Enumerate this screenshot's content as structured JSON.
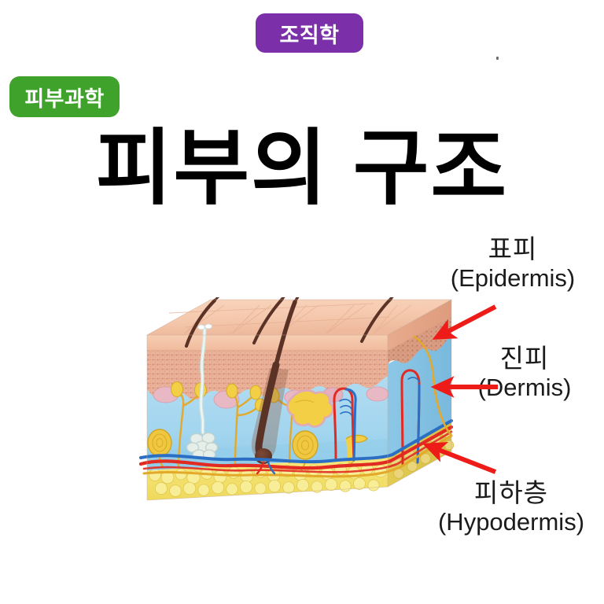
{
  "badges": {
    "histology": "조직학",
    "dermatology": "피부과학"
  },
  "title": "피부의 구조",
  "labels": [
    {
      "id": "epidermis",
      "korean": "표피",
      "english": "(Epidermis)"
    },
    {
      "id": "dermis",
      "korean": "진피",
      "english": "(Dermis)"
    },
    {
      "id": "hypodermis",
      "korean": "피하층",
      "english": "(Hypodermis)"
    }
  ],
  "colors": {
    "badge_histology": "#7b2fa8",
    "badge_dermatology": "#3fa32b",
    "title_text": "#000000",
    "arrow": "#ee1c18",
    "epidermis_surface": "#f5c9ae",
    "epidermis_surface_shadow": "#edb79a",
    "epidermis_side": "#f0b698",
    "epidermis_granular": "#e8a88f",
    "dermis_blue": "#a8d8ef",
    "dermis_blue_side": "#8fc9e6",
    "hypodermis_yellow": "#f5e26a",
    "hypodermis_yellow_side": "#e6cf52",
    "hair": "#5b3226",
    "artery_red": "#e02a22",
    "vein_blue": "#2a6fc4",
    "nerve_yellow": "#e8ae2a",
    "sweat_gland": "#d8e6e0",
    "sebaceous_gland": "#f2cf45",
    "background": "#ffffff"
  },
  "illustration": {
    "name": "skin-cross-section-3d-block",
    "layers": [
      "epidermis",
      "dermis",
      "hypodermis"
    ],
    "structures": [
      "hair-shaft",
      "hair-follicle",
      "sebaceous-gland",
      "sweat-gland",
      "sweat-duct",
      "nerve-ending",
      "pacinian-corpuscle",
      "capillary-loop",
      "artery",
      "vein",
      "fat-lobule"
    ]
  },
  "arrows": [
    {
      "id": "arrow-epidermis",
      "points_to": "epidermis"
    },
    {
      "id": "arrow-dermis",
      "points_to": "dermis"
    },
    {
      "id": "arrow-hypodermis",
      "points_to": "hypodermis"
    }
  ]
}
